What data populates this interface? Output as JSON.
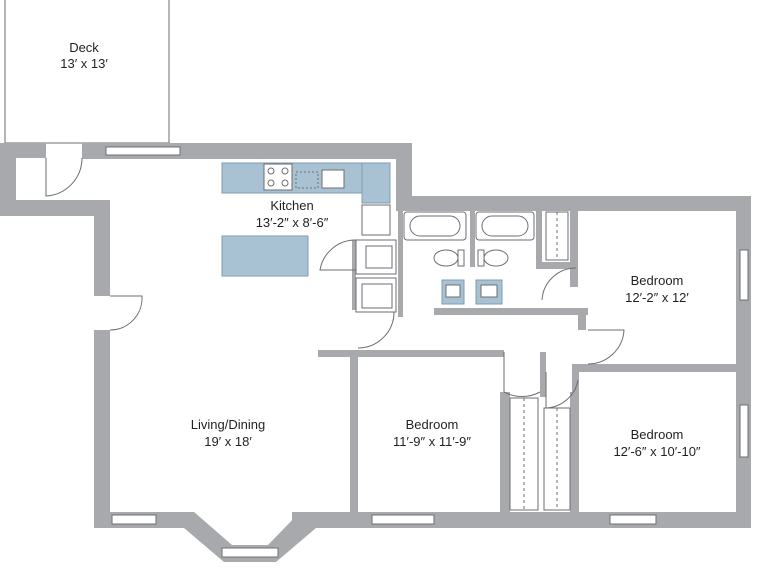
{
  "rooms": {
    "deck": {
      "name": "Deck",
      "size": "13′ x 13′"
    },
    "kitchen": {
      "name": "Kitchen",
      "size": "13′-2″ x 8′-6″"
    },
    "living": {
      "name": "Living/Dining",
      "size": "19′ x 18′"
    },
    "bedroom_center": {
      "name": "Bedroom",
      "size": "11′-9″ x 11′-9″"
    },
    "bedroom_ne": {
      "name": "Bedroom",
      "size": "12′-2″ x 12′"
    },
    "bedroom_se": {
      "name": "Bedroom",
      "size": "12′-6″ x 10′-10″"
    }
  },
  "colors": {
    "wall": "#a7a9ac",
    "fixture_fill": "#a9c2d3",
    "line": "#6d6e71"
  }
}
